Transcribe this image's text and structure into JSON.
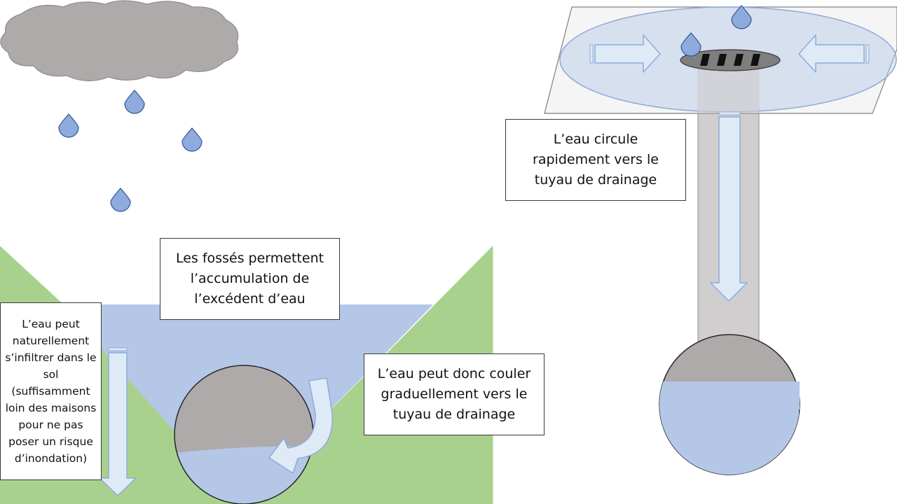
{
  "labels": {
    "infiltration": "L’eau peut naturellement s’infiltrer dans le sol (suffisamment loin des maisons pour ne pas poser un risque d’inondation)",
    "fosses": "Les fossés permettent l’accumulation de l’excédent d’eau",
    "couler": "L’eau peut donc couler graduellement vers le tuyau de drainage",
    "rapide": "L’eau circule rapidement vers le tuyau de drainage"
  },
  "colors": {
    "water": "#b4c7e7",
    "water_outline": "#8eaadb",
    "drop_fill": "#8faadc",
    "drop_outline": "#2f5597",
    "soil": "#a9d18e",
    "pipe_gray": "#aeaaaa",
    "shaft_gray": "#d0cece",
    "cloud": "#aeaaaa",
    "arrow_fill": "#deebf7",
    "grate": "#7f7f7f"
  },
  "icons": {
    "cloud": "rain-cloud-icon",
    "drop": "water-drop-icon",
    "arrow": "flow-arrow-icon"
  }
}
